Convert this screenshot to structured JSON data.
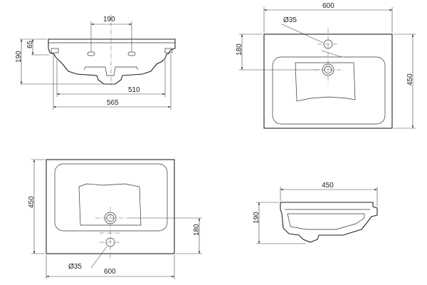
{
  "views": {
    "front": {
      "dim_width_top": "190",
      "dim_height_left": "65",
      "dim_height_total": "190",
      "dim_width_inner": "510",
      "dim_width_outer": "565"
    },
    "top_right": {
      "dim_width": "600",
      "dim_depth": "180",
      "dim_total": "450",
      "dim_hole": "Ø35"
    },
    "top_left": {
      "dim_height": "450",
      "dim_depth": "180",
      "dim_hole": "Ø35",
      "dim_width": "600"
    },
    "side": {
      "dim_width": "450",
      "dim_height": "190"
    }
  }
}
